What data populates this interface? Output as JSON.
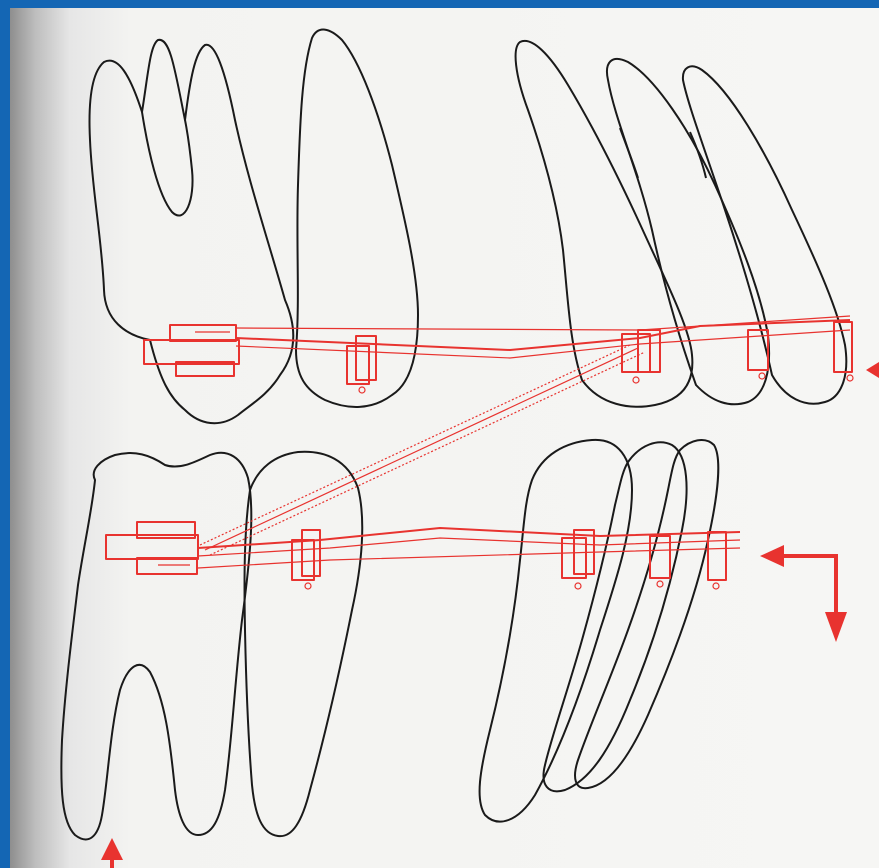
{
  "figure": {
    "subject": "orthodontic-appliance-teeth-lateral-view",
    "colors": {
      "frame": "#1466b4",
      "paper": "#f6f6f4",
      "outline": "#1a1a1a",
      "appliance": "#e8332f"
    },
    "force_arrows": [
      {
        "name": "upper-arch-arrow",
        "direction": "left"
      },
      {
        "name": "lower-arch-arrow-horizontal",
        "direction": "left"
      },
      {
        "name": "lower-arch-arrow-vertical",
        "direction": "down"
      },
      {
        "name": "lower-molar-arrow",
        "direction": "up"
      }
    ],
    "elastics": [
      {
        "name": "class-ii-elastic",
        "from": "lower-molar",
        "to": "upper-canine"
      }
    ]
  }
}
